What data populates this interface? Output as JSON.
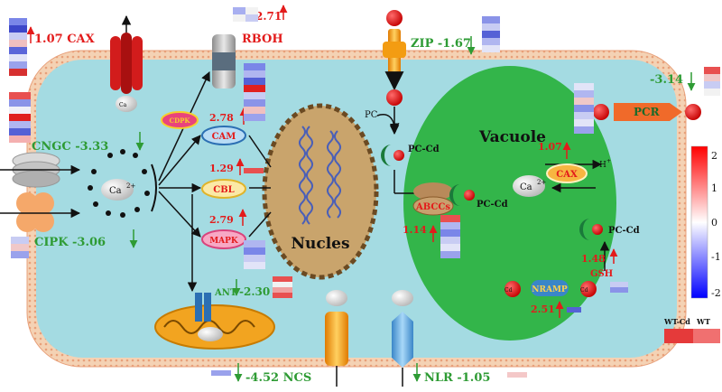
{
  "colors": {
    "up": "#e31b1b",
    "down": "#2e9b34",
    "cytoplasm": "#9fd9e0",
    "vacuole": "#34b84a",
    "membrane": "#f2c9a8",
    "nucleus": "#c9a36a"
  },
  "labels": {
    "cax_top": "1.07 CAX",
    "rboh": "RBOH",
    "rboh_val": "2.71",
    "zip": "ZIP -1.67",
    "pcr_val": "-3.14",
    "pcr": "PCR",
    "cngc": "CNGC -3.33",
    "cipk": "CIPK -3.06",
    "cdpk": "CDPK",
    "cam": "CAM",
    "cam_val": "2.78",
    "cbl": "CBL",
    "cbl_val": "1.29",
    "mapk": "MAPK",
    "mapk_val": "2.79",
    "ant": "ANT",
    "ant_val": "-2.30",
    "nucleus": "Nucles",
    "vacuole": "Vacuole",
    "pc": "PC",
    "pc_cd": "PC-Cd",
    "abccs": "ABCCs",
    "abccs_val": "1.14",
    "cax_inner_val": "1.07",
    "cax_inner": "CAX",
    "h_plus": "H",
    "h_sup": "+",
    "ca2": "Ca",
    "ca2_sup": "2+",
    "cd2": "Cd",
    "cd2_sup": "2+",
    "nramp": "NRAMP",
    "nramp_val": "2.51",
    "gsh": "GSH",
    "gsh_val": "1.48",
    "ncs": "-4.52 NCS",
    "nlr": "NLR -1.05"
  },
  "legend": {
    "ticks": [
      "2",
      "1",
      "0",
      "-1",
      "-2"
    ],
    "col1": "WT-Cd",
    "col2": "WT"
  }
}
